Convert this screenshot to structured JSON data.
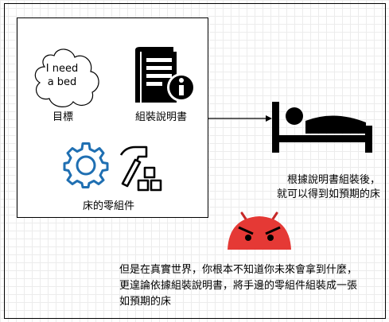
{
  "nodes": {
    "goal_bubble_text": "I need\na bed",
    "goal_label": "目標",
    "manual_label": "組裝說明書",
    "parts_label": "床的零組件"
  },
  "result_note": "根據說明書組裝後，\n就可以得到如預期的床",
  "reality_caption": "但是在真實世界，你根本不知道你未來會拿到什麼，\n更遑論依據組裝說明書，將手邊的零組件組裝成一張\n如預期的床",
  "icons": {
    "goal": "thought-cloud-icon",
    "manual": "manual-book-info-icon",
    "parts_gear": "gear-icon",
    "parts_tools": "hammer-blocks-icon",
    "result": "bed-icon",
    "warning": "angry-android-icon"
  },
  "colors": {
    "gear_blue": "#1f6fb2",
    "android_red": "#e53935",
    "android_red_dark": "#c62828",
    "ink": "#000000"
  }
}
